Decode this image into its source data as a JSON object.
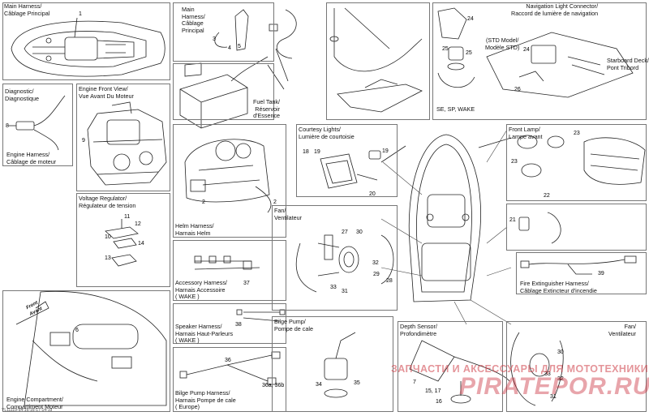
{
  "captions": {
    "main_harness": "Main Harness/\nCâblage Principal",
    "main_harness_detail": "Main\nHarness/\nCâblage\nPrincipal",
    "fuel_tank": "Fuel Tank/\nRéservoir\nd'Essence",
    "navigation_light": "Navigation Light Connector/\nRaccord de lumière de navigation",
    "std_model": "(STD Model/\nModèle STD)",
    "starboard_deck": "Starboard Deck/\nPont Tribord",
    "se_sp_wake": "SE, SP, WAKE",
    "diagnostic": "Diagnostic/\nDiagnostique",
    "engine_harness": "Engine Harness/\nCâblage de moteur",
    "engine_front_view": "Engine Front View/\nVue Avant Du Moteur",
    "voltage_regulator": "Voltage Regulator/\nRégulateur de tension",
    "helm_harness": "Helm Harness/\nHarnais Helm",
    "courtesy_lights": "Courtesy Lights/\nLumière de courtoisie",
    "front_lamp": "Front Lamp/\nLampe avant",
    "accessory_harness": "Accessory Harness/\nHarnais Accessoire\n( WAKE )",
    "fan_ventilateur": "Fan/\nVentilateur",
    "fire_extinguisher": "Fire Extinguisher Harness/\nCâblage Extincteur d'incendie",
    "speaker_harness": "Speaker Harness/\nHarnais Haut-Parleurs\n( WAKE )",
    "bilge_pump": "Bilge Pump/\nPompe de cale",
    "depth_sensor": "Depth Sensor/\nProfondimètre",
    "fan_ventilateur_2": "Fan/\nVentilateur",
    "bilge_pump_harness": "Bilge Pump Harness/\nHarnais Pompe de cale\n( Europe)",
    "engine_compartment": "Engine Compartment/\nCompartiment Moteur",
    "front_arrow": "Front\nAvant"
  },
  "callouts": {
    "c1": "1",
    "c2a": "2",
    "c2b": "2",
    "c3": "3",
    "c4": "4",
    "c5": "5",
    "c6": "6",
    "c7": "7",
    "c8": "8",
    "c9": "9",
    "c10": "10",
    "c11": "11",
    "c12": "12",
    "c13": "13",
    "c14": "14",
    "c15_17": "15, 17",
    "c16": "16",
    "c18_19": "18",
    "c19a": "19",
    "c19b": "19",
    "c20": "20",
    "c21": "21",
    "c22": "22",
    "c23a": "23",
    "c23b": "23",
    "c24a": "24",
    "c24b": "24",
    "c25a": "25",
    "c25b": "25",
    "c26": "26",
    "c27_30": "27",
    "c28": "28",
    "c29": "29",
    "c30": "30",
    "c31a": "31",
    "c31b": "31",
    "c32": "32",
    "c33a": "33",
    "c33b": "33",
    "c34": "34",
    "c35": "35",
    "c36": "36",
    "c36ab": "36a, 36b",
    "c37": "37",
    "c38": "38",
    "c39": "39",
    "c30b": "30",
    "c32b": "32"
  },
  "watermark": {
    "line1": "ЗАПЧАСТИ И АКСЕССУАРЫ ДЛЯ МОТОТЕХНИКИ",
    "line2": "PIRATEPOR.RU"
  },
  "footer": "YL11119-14-16-16-17-14-19"
}
